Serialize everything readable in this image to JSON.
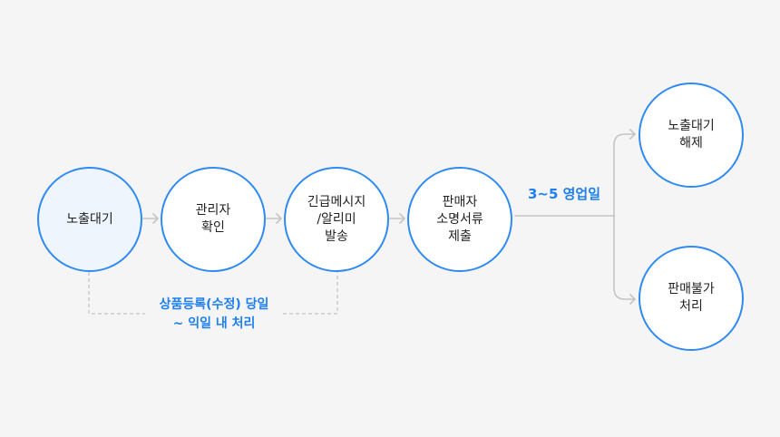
{
  "nodes": {
    "n1": "노출대기",
    "n2": "관리자\n확인",
    "n3": "긴급메시지\n/알리미\n발송",
    "n4": "판매자\n소명서류\n제출",
    "n5": "노출대기\n해제",
    "n6": "판매불가\n처리"
  },
  "labels": {
    "same_day": "상품등록(수정) 당일",
    "next_day": "~ 익일 내 처리",
    "business_days": "3~5 영업일"
  },
  "colors": {
    "accent": "#2f8af3",
    "label": "#1e7ff0",
    "connector": "#c4c4c4",
    "active_fill": "#eef5fd",
    "background": "#f5f5f5"
  }
}
